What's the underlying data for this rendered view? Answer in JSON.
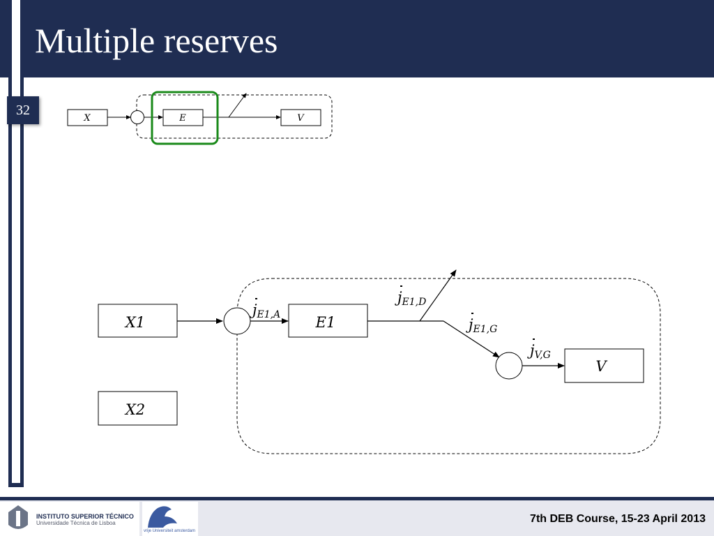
{
  "slide": {
    "title": "Multiple reserves",
    "number": "32"
  },
  "footer": {
    "course": "7th DEB Course, 15-23 April 2013",
    "ist_name": "INSTITUTO SUPERIOR TÉCNICO",
    "ist_sub": "Universidade Técnica de Lisboa",
    "vu_name": "vrije Universiteit amsterdam"
  },
  "small_diagram": {
    "boxes": [
      "X",
      "E",
      "V"
    ]
  },
  "main_diagram": {
    "boxes": [
      "X1",
      "E1",
      "V",
      "X2"
    ],
    "fluxes": {
      "e1a": {
        "sym": "j",
        "sub": "E1,A"
      },
      "e1d": {
        "sym": "j",
        "sub": "E1,D"
      },
      "e1g": {
        "sym": "j",
        "sub": "E1,G"
      },
      "vg": {
        "sym": "j",
        "sub": "V,G"
      }
    }
  },
  "colors": {
    "navy": "#1f2d52",
    "highlight": "#1a8a1a"
  }
}
